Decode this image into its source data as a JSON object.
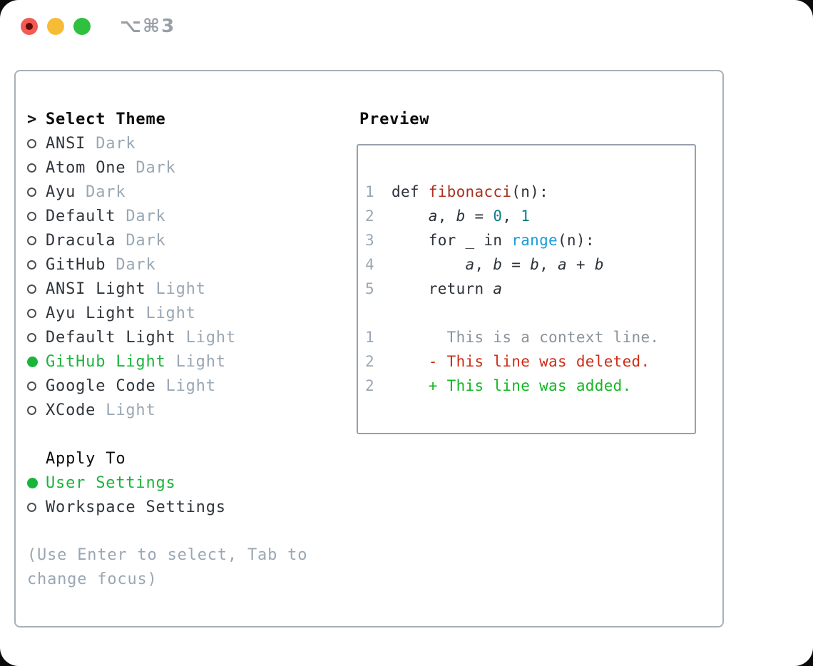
{
  "window": {
    "shortcut": "⌥⌘3",
    "traffic_lights": {
      "close": "close",
      "minimize": "minimize",
      "zoom": "zoom"
    }
  },
  "colors": {
    "text": "#2b3138",
    "num": "#9aa7b3",
    "gray": "#8a939c",
    "green": "#1bb43b",
    "green_bright": "#11b822",
    "red": "#cd2d17",
    "red_dark": "#a93122",
    "teal": "#0d7d85",
    "blue": "#199cd8",
    "muted": "#9aa7b3",
    "dark": "#2f353b"
  },
  "theme_list": {
    "prompt": ">",
    "header": "Select Theme",
    "items": [
      {
        "name": "ANSI",
        "variant": "Dark",
        "selected": false
      },
      {
        "name": "Atom One",
        "variant": "Dark",
        "selected": false
      },
      {
        "name": "Ayu",
        "variant": "Dark",
        "selected": false
      },
      {
        "name": "Default",
        "variant": "Dark",
        "selected": false
      },
      {
        "name": "Dracula",
        "variant": "Dark",
        "selected": false
      },
      {
        "name": "GitHub",
        "variant": "Dark",
        "selected": false
      },
      {
        "name": "ANSI Light",
        "variant": "Light",
        "selected": false
      },
      {
        "name": "Ayu Light",
        "variant": "Light",
        "selected": false
      },
      {
        "name": "Default Light",
        "variant": "Light",
        "selected": false
      },
      {
        "name": "GitHub Light",
        "variant": "Light",
        "selected": true
      },
      {
        "name": "Google Code",
        "variant": "Light",
        "selected": false
      },
      {
        "name": "XCode",
        "variant": "Light",
        "selected": false
      }
    ]
  },
  "apply_to": {
    "header": "Apply To",
    "options": [
      {
        "label": "User Settings",
        "selected": true
      },
      {
        "label": "Workspace Settings",
        "selected": false
      }
    ]
  },
  "help": {
    "text": "(Use Enter to select, Tab to change focus)"
  },
  "preview": {
    "header": "Preview",
    "lines": [
      {
        "num": "1",
        "kind": "code",
        "segments": [
          {
            "t": "def ",
            "c": "text"
          },
          {
            "t": "fibonacci",
            "c": "red_dark"
          },
          {
            "t": "(n):",
            "c": "text"
          }
        ]
      },
      {
        "num": "2",
        "kind": "code",
        "segments": [
          {
            "t": "    ",
            "c": "text"
          },
          {
            "t": "a",
            "c": "text",
            "i": true
          },
          {
            "t": ", ",
            "c": "text"
          },
          {
            "t": "b",
            "c": "text",
            "i": true
          },
          {
            "t": " = ",
            "c": "text"
          },
          {
            "t": "0",
            "c": "teal"
          },
          {
            "t": ", ",
            "c": "text"
          },
          {
            "t": "1",
            "c": "teal"
          }
        ]
      },
      {
        "num": "3",
        "kind": "code",
        "segments": [
          {
            "t": "    for _ in ",
            "c": "text"
          },
          {
            "t": "range",
            "c": "blue"
          },
          {
            "t": "(n):",
            "c": "text"
          }
        ]
      },
      {
        "num": "4",
        "kind": "code",
        "segments": [
          {
            "t": "        ",
            "c": "text"
          },
          {
            "t": "a",
            "c": "text",
            "i": true
          },
          {
            "t": ", ",
            "c": "text"
          },
          {
            "t": "b",
            "c": "text",
            "i": true
          },
          {
            "t": " = ",
            "c": "text"
          },
          {
            "t": "b",
            "c": "text",
            "i": true
          },
          {
            "t": ", ",
            "c": "text"
          },
          {
            "t": "a",
            "c": "text",
            "i": true
          },
          {
            "t": " + ",
            "c": "text"
          },
          {
            "t": "b",
            "c": "text",
            "i": true
          }
        ]
      },
      {
        "num": "5",
        "kind": "code",
        "segments": [
          {
            "t": "    return ",
            "c": "text"
          },
          {
            "t": "a",
            "c": "text",
            "i": true
          }
        ]
      },
      {
        "num": "",
        "kind": "blank",
        "segments": []
      },
      {
        "num": "1",
        "kind": "diff-context",
        "segments": [
          {
            "t": "      This is a context line.",
            "c": "gray"
          }
        ]
      },
      {
        "num": "2",
        "kind": "diff-deleted",
        "segments": [
          {
            "t": "    - This line was deleted.",
            "c": "red"
          }
        ]
      },
      {
        "num": "2",
        "kind": "diff-added",
        "segments": [
          {
            "t": "    + This line was added.",
            "c": "green_bright"
          }
        ]
      }
    ]
  }
}
